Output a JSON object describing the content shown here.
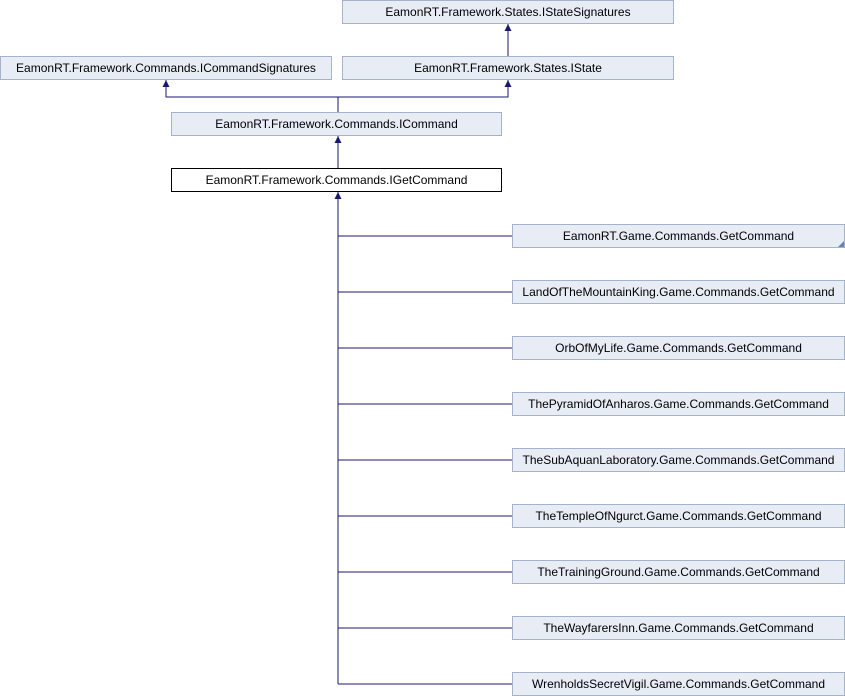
{
  "diagram": {
    "title": "",
    "nodes": {
      "istate_signatures": "EamonRT.Framework.States.IStateSignatures",
      "icommand_signatures": "EamonRT.Framework.Commands.ICommandSignatures",
      "istate": "EamonRT.Framework.States.IState",
      "icommand": "EamonRT.Framework.Commands.ICommand",
      "iget_command": "EamonRT.Framework.Commands.IGetCommand",
      "derived": [
        "EamonRT.Game.Commands.GetCommand",
        "LandOfTheMountainKing.Game.Commands.GetCommand",
        "OrbOfMyLife.Game.Commands.GetCommand",
        "ThePyramidOfAnharos.Game.Commands.GetCommand",
        "TheSubAquanLaboratory.Game.Commands.GetCommand",
        "TheTempleOfNgurct.Game.Commands.GetCommand",
        "TheTrainingGround.Game.Commands.GetCommand",
        "TheWayfarersInn.Game.Commands.GetCommand",
        "WrenholdsSecretVigil.Game.Commands.GetCommand"
      ]
    },
    "colors": {
      "node_fill": "#e8ecf5",
      "node_border": "#a4b2cc",
      "current_node_fill": "#ffffff",
      "current_node_border": "#000000",
      "edge": "#191970"
    }
  }
}
